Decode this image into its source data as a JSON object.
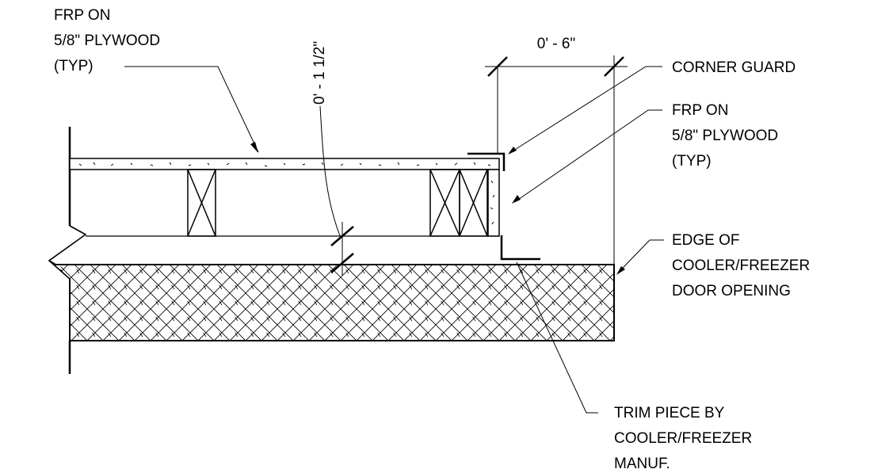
{
  "notes": {
    "frp_left": [
      "FRP ON",
      "5/8\" PLYWOOD",
      "(TYP)"
    ],
    "corner_guard": "CORNER GUARD",
    "frp_right": [
      "FRP ON",
      "5/8\" PLYWOOD",
      "(TYP)"
    ],
    "edge_opening": [
      "EDGE OF",
      "COOLER/FREEZER",
      "DOOR OPENING"
    ],
    "trim_piece": [
      "TRIM PIECE BY",
      "COOLER/FREEZER",
      "MANUF."
    ]
  },
  "dimensions": {
    "horizontal": "0' - 6\"",
    "vertical": "0' - 1 1/2\""
  }
}
